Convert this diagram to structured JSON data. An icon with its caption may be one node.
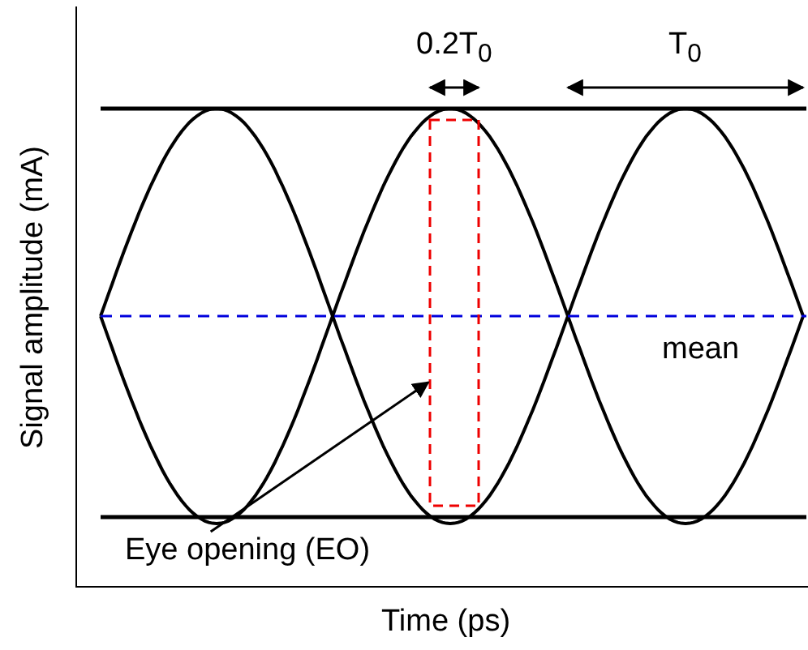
{
  "diagram": {
    "nodes": [
      {
        "text": [
          "Eye opening (EO)"
        ]
      },
      {
        "text": [],
        "shape": "box"
      }
    ],
    "edges": [
      {
        "from": 0,
        "to": 1,
        "arrow": "to"
      }
    ],
    "labels": [
      "0.2T$_{0}$",
      "T$_{0}$",
      "mean",
      "Signal amplitude (mA)",
      "Time (ps)"
    ]
  }
}
